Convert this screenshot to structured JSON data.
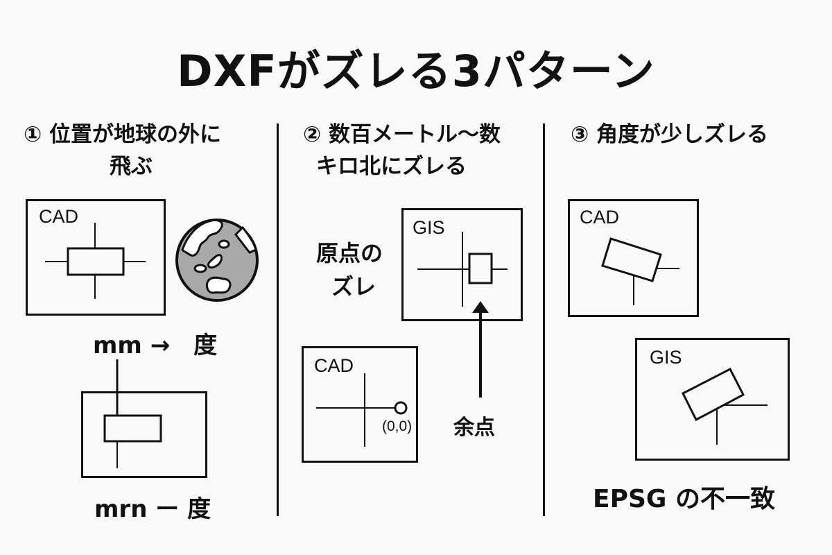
{
  "title": "DXFがズレる3パターン",
  "colors": {
    "background": "#f8f9f8",
    "ink": "#111111",
    "globe_fill": "#a9a9a9",
    "globe_land": "#ffffff"
  },
  "sections": [
    {
      "number": "①",
      "heading_line1": "① 位置が地球の外に",
      "heading_line2": "飛ぶ",
      "cad_box_label": "CAD",
      "globe_icon": "globe-icon",
      "conversion_label": "mm →　度",
      "bottom_label": "mrn ー 度"
    },
    {
      "number": "②",
      "heading_line1": "② 数百メートル～数",
      "heading_line2": "キロ北にズレる",
      "gis_box_label": "GIS",
      "origin_shift_line1": "原点の",
      "origin_shift_line2": "ズレ",
      "cad_box_label": "CAD",
      "origin_coord": "(0,0)",
      "arrow_icon": "arrow-up-icon",
      "arrow_label": "余点"
    },
    {
      "number": "③",
      "heading_line1": "③ 角度が少しズレる",
      "cad_box_label": "CAD",
      "gis_box_label": "GIS",
      "bottom_label": "EPSG の不一致"
    }
  ]
}
